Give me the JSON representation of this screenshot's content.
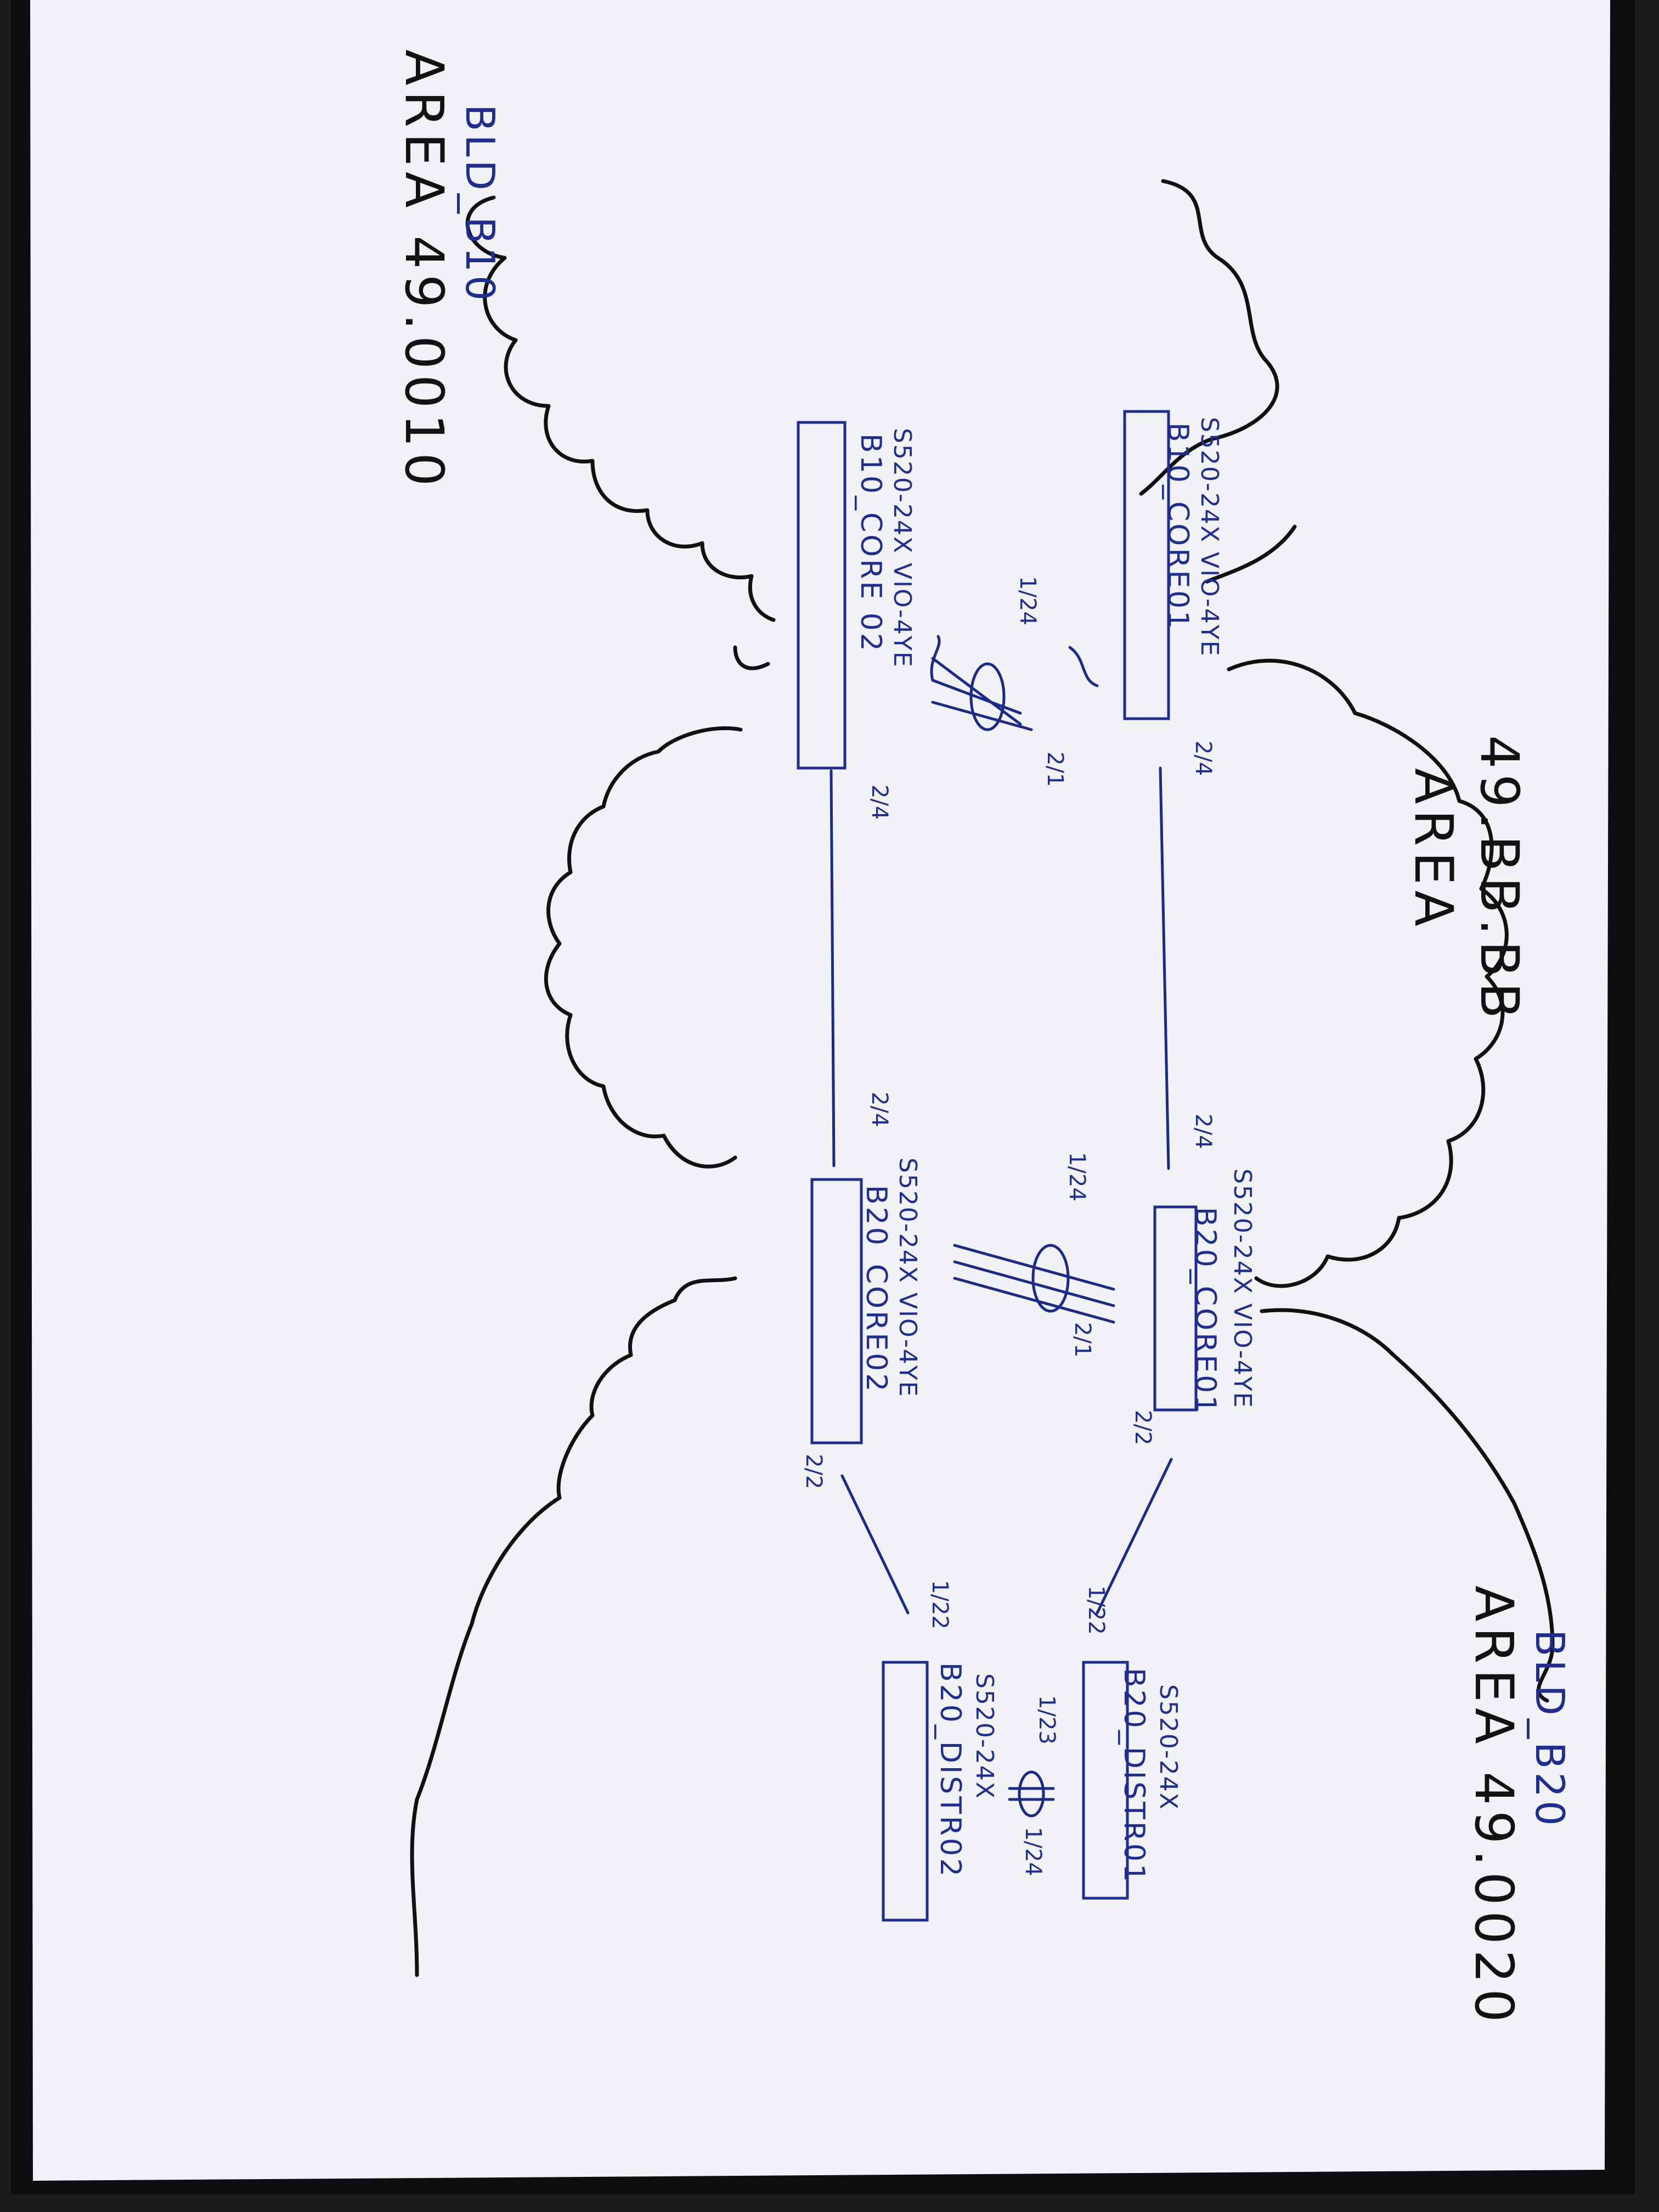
{
  "areas": {
    "bld_b10": {
      "title": "AREA 49.0010",
      "subtitle": "BLD_B10"
    },
    "backbone": {
      "title_line1": "AREA",
      "title_line2": "49.BB.BB"
    },
    "bld_b20": {
      "title": "AREA 49.0020",
      "subtitle": "BLD_B20"
    }
  },
  "devices": {
    "b10_core01": {
      "name": "B10_CORE01",
      "model": "S520-24X VIO-4YE"
    },
    "b10_core02": {
      "name": "B10_CORE 02",
      "model": "S520-24X VIO-4YE"
    },
    "b20_core01": {
      "name": "B20_CORE01",
      "model": "S520-24X VIO-4YE"
    },
    "b20_core02": {
      "name": "B20_CORE02",
      "model": "S520-24X VIO-4YE"
    },
    "b20_distr01": {
      "name": "B20_DISTR01",
      "model": "S520-24X"
    },
    "b20_distr02": {
      "name": "B20_DISTR02",
      "model": "S520-24X"
    }
  },
  "ports": {
    "b10_core01_up": "2/4",
    "b10_core02_up": "2/4",
    "b20_core01_up": "2/4",
    "b20_core02_up": "2/4",
    "b10_lag_a": "1/24",
    "b10_lag_b": "2/1",
    "b20_lag_a": "1/24",
    "b20_lag_b": "2/1",
    "b20_core01_down": "2/2",
    "b20_core02_down": "2/2",
    "b20_distr01_up": "1/22",
    "b20_distr02_up": "1/22",
    "b20_distr_lag_a": "1/23",
    "b20_distr_lag_b": "1/24"
  },
  "colors": {
    "paper": "#f1f2f6",
    "blue_ink": "#1f2d92",
    "black_ink": "#121212",
    "background": "#1b1b1d"
  }
}
